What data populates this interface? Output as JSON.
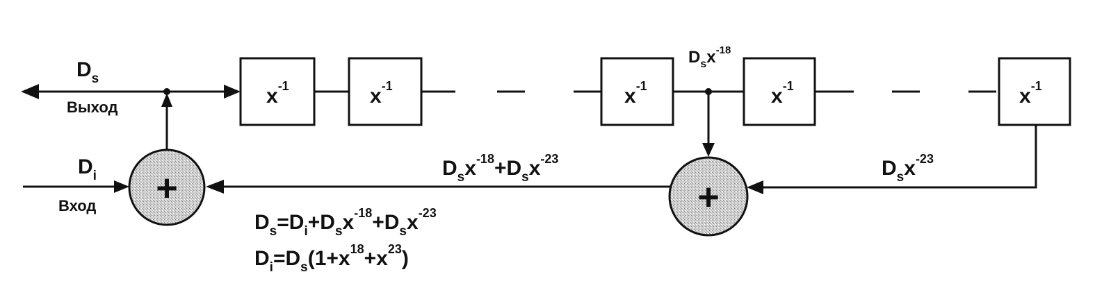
{
  "output": {
    "symbol": "D",
    "sub": "s",
    "caption": "Выход"
  },
  "input": {
    "symbol": "D",
    "sub": "i",
    "caption": "Вход"
  },
  "delay_cell": {
    "base": "x",
    "exp": "-1"
  },
  "adder_symbol": "+",
  "tap_label": {
    "d": "D",
    "sub": "s",
    "x": "x",
    "exp": "-18"
  },
  "feedback_label": {
    "d": "D",
    "sub": "s",
    "x": "x",
    "exp": "-23"
  },
  "sum_label": {
    "d1": "D",
    "sub1": "s",
    "x1": "x",
    "exp1": "-18",
    "plus": "+",
    "d2": "D",
    "sub2": "s",
    "x2": "x",
    "exp2": "-23"
  },
  "equation_1": {
    "d_lhs": "D",
    "sub_lhs": "s",
    "eq": "=",
    "d_i": "D",
    "sub_i": "i",
    "plus1": "+",
    "d2": "D",
    "sub2": "s",
    "x2": "x",
    "exp2": "-18",
    "plus2": "+",
    "d3": "D",
    "sub3": "s",
    "x3": "x",
    "exp3": "-23"
  },
  "equation_2": {
    "d_lhs": "D",
    "sub_lhs": "i",
    "eq": "=",
    "d_s": "D",
    "sub_s": "s",
    "open": "(1+x",
    "exp1": "18",
    "mid": "+x",
    "exp2": "23",
    "close": ")"
  }
}
